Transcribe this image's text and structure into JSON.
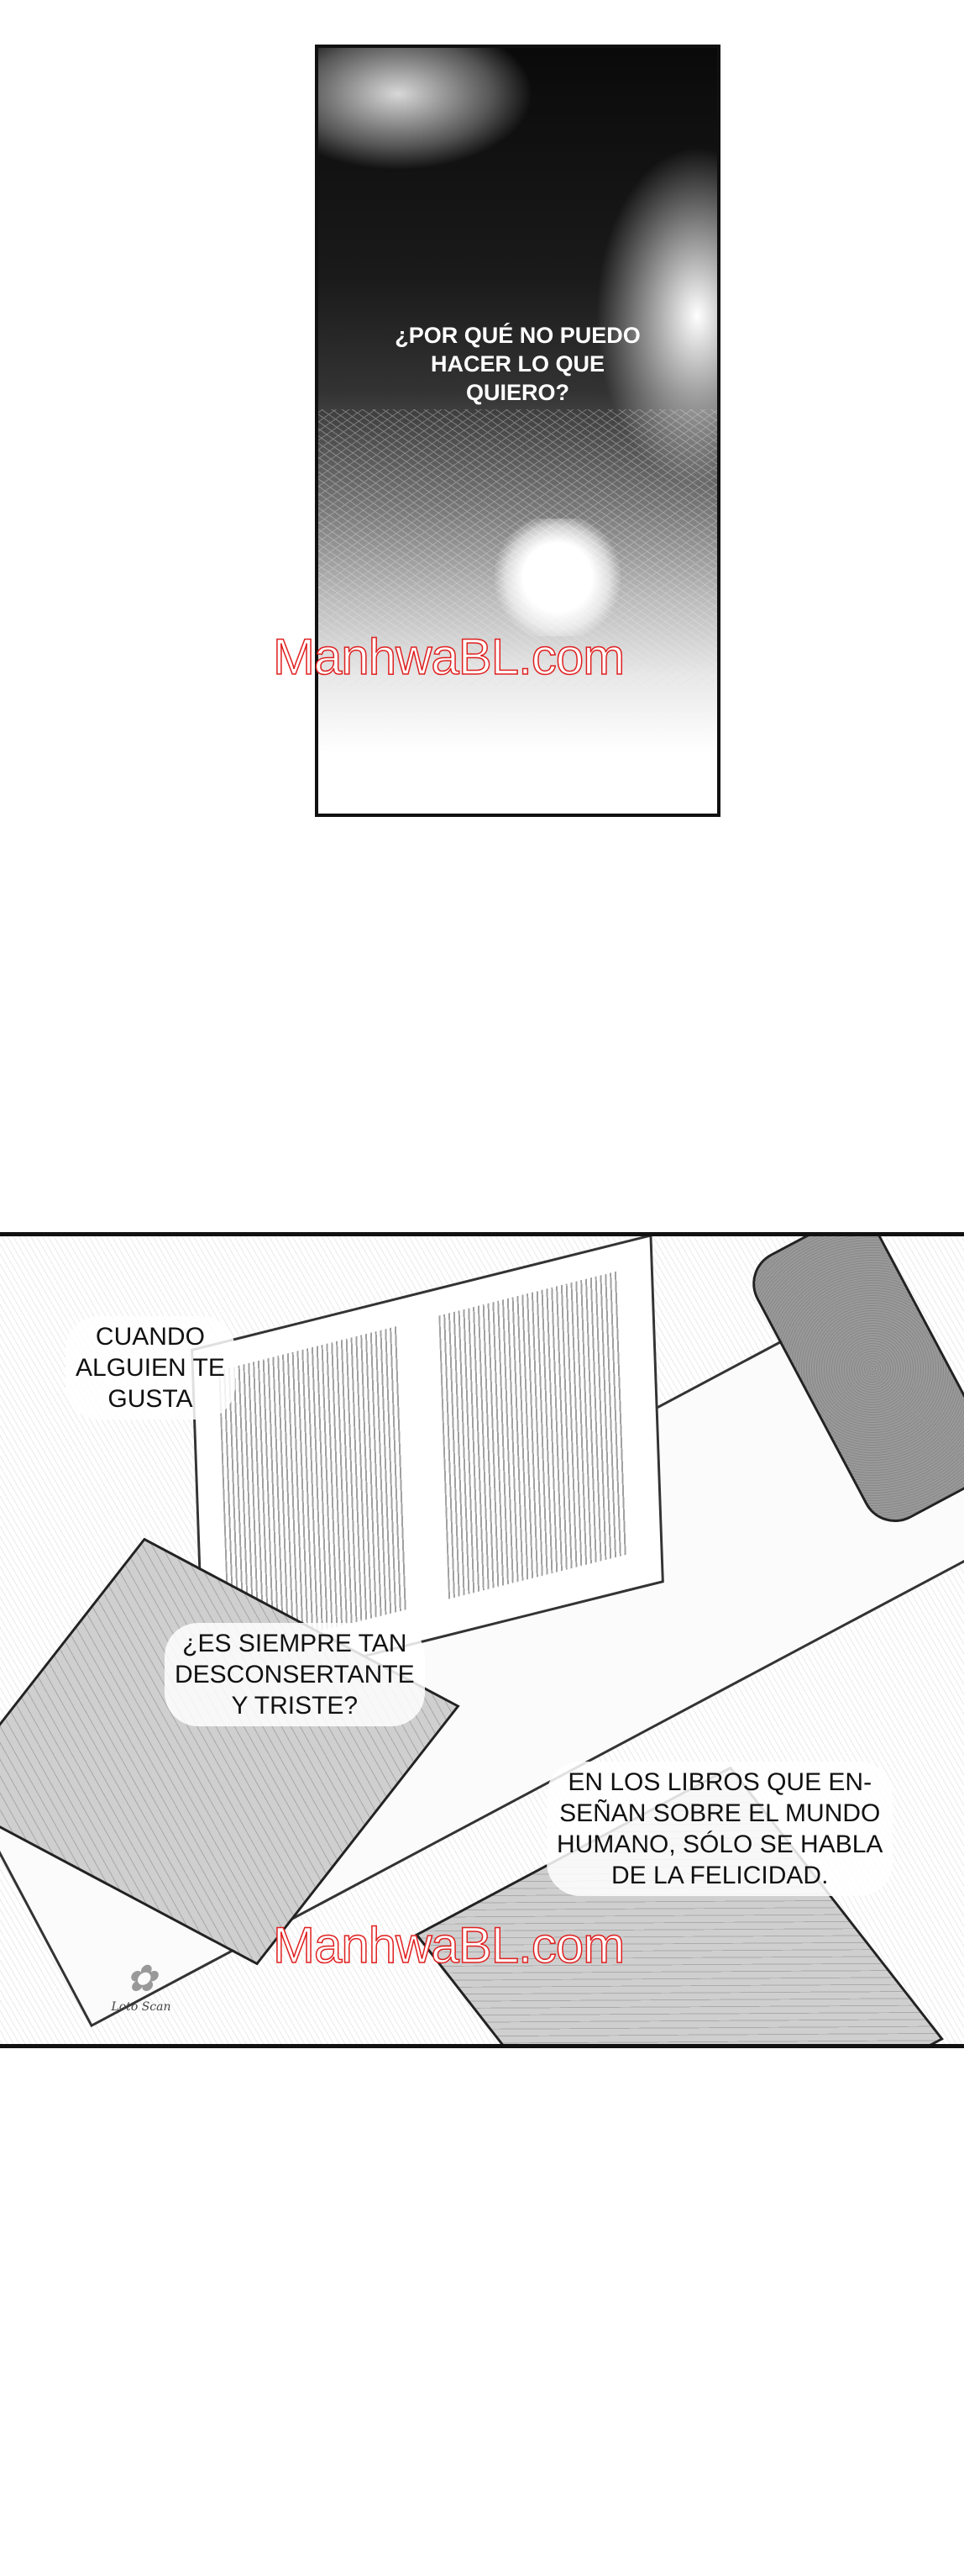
{
  "panel1": {
    "caption": [
      "¿POR QUÉ NO PUEDO",
      "HACER LO QUE",
      "QUIERO?"
    ]
  },
  "panel2": {
    "caption_1": [
      "CUANDO",
      "ALGUIEN TE",
      "GUSTA"
    ],
    "caption_2": [
      "¿ES SIEMPRE TAN",
      "DESCONSERTANTE",
      "Y TRISTE?"
    ],
    "caption_3": [
      "EN LOS LIBROS QUE EN-",
      "SEÑAN SOBRE EL MUNDO",
      "HUMANO, SÓLO SE HABLA",
      "DE LA FELICIDAD."
    ],
    "scanlator_logo": "Loto Scan"
  },
  "watermark": "ManhwaBL.com",
  "colors": {
    "watermark": "#e02020",
    "border": "#111111"
  }
}
